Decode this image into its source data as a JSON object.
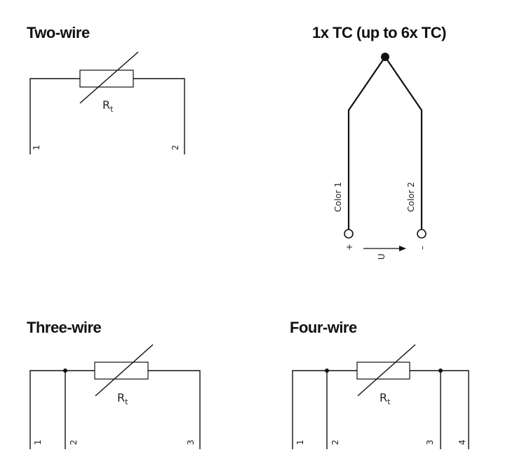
{
  "two_wire": {
    "title": "Two-wire",
    "resistor": "R",
    "resistor_sub": "t",
    "terminals": [
      "1",
      "2"
    ]
  },
  "thermocouple": {
    "title": "1x TC (up to 6x TC)",
    "lead1": "Color 1",
    "lead2": "Color 2",
    "plus": "+",
    "minus": "–",
    "voltage": "U"
  },
  "three_wire": {
    "title": "Three-wire",
    "resistor": "R",
    "resistor_sub": "t",
    "terminals": [
      "1",
      "2",
      "3"
    ]
  },
  "four_wire": {
    "title": "Four-wire",
    "resistor": "R",
    "resistor_sub": "t",
    "terminals": [
      "1",
      "2",
      "3",
      "4"
    ]
  }
}
